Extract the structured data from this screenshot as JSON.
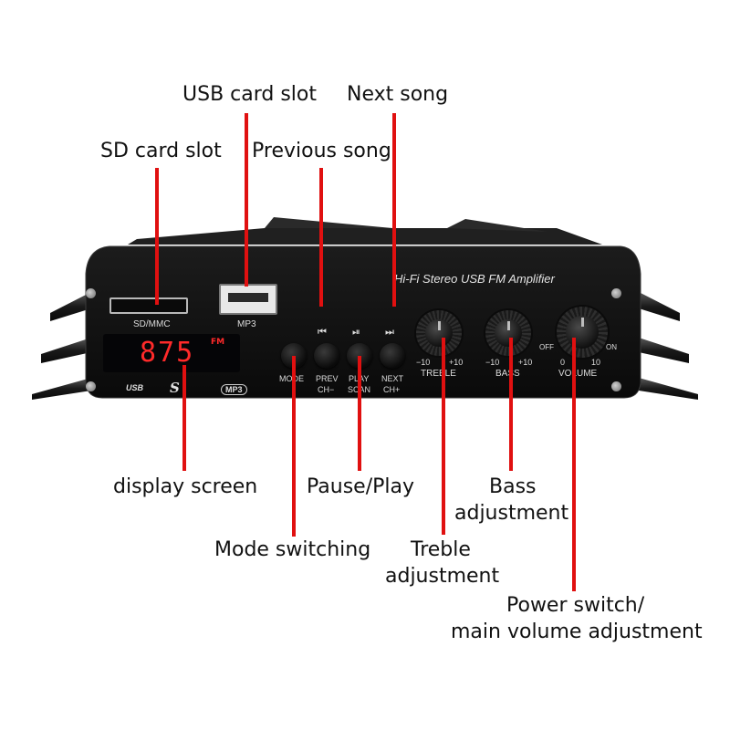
{
  "callouts": {
    "usb_card_slot": "USB card slot",
    "next_song": "Next song",
    "sd_card_slot": "SD card slot",
    "previous_song": "Previous song",
    "display_screen": "display screen",
    "pause_play": "Pause/Play",
    "bass_adjustment_line1": "Bass",
    "bass_adjustment_line2": "adjustment",
    "mode_switching": "Mode switching",
    "treble_adjustment_line1": "Treble",
    "treble_adjustment_line2": "adjustment",
    "power_volume_line1": "Power switch/",
    "power_volume_line2": "main volume adjustment"
  },
  "panel": {
    "brand_title": "Hi-Fi Stereo USB FM Amplifier",
    "sd_label": "SD/MMC",
    "mp3_label": "MP3",
    "display_value": "875",
    "display_unit": "FM",
    "usb_logo": "USB",
    "mp3_logo": "MP3",
    "buttons": {
      "mode": "MODE",
      "prev_line1": "PREV",
      "prev_line2": "CH−",
      "play_line1": "PLAY",
      "play_line2": "SCAN",
      "next_line1": "NEXT",
      "next_line2": "CH+"
    },
    "transport_icons": {
      "prev": "⏮",
      "play": "⏯",
      "next": "⏭"
    },
    "knobs": {
      "treble_label": "TREBLE",
      "treble_min": "−10",
      "treble_max": "+10",
      "bass_label": "BASS",
      "bass_min": "−10",
      "bass_max": "+10",
      "volume_label": "VOLUME",
      "volume_min": "0",
      "volume_max": "10",
      "volume_off": "OFF",
      "volume_on": "ON"
    }
  },
  "colors": {
    "leader_line": "#e01010",
    "display_digits": "#ff2a2a",
    "chassis": "#111111",
    "background": "#ffffff"
  }
}
